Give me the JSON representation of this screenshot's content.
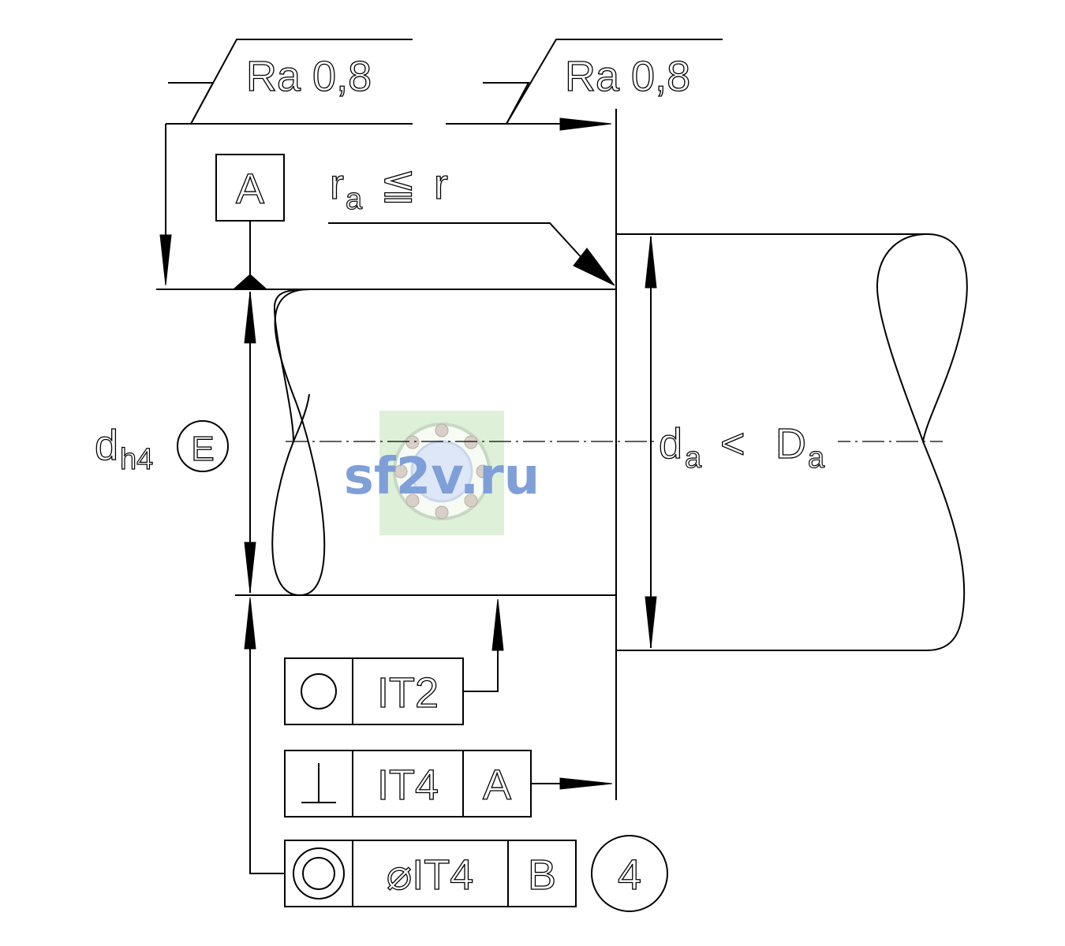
{
  "surface_finish": {
    "left": "Ra 0,8",
    "right": "Ra 0,8"
  },
  "datum_a": "A",
  "radius_note": {
    "r_main": "r",
    "r_sub": "a",
    "symbol": "≦",
    "r_right": "r"
  },
  "shaft_dim": {
    "d": "d",
    "sub": "h4",
    "envelope": "E"
  },
  "housing_dim": {
    "d": "d",
    "d_sub": "a",
    "symbol": "<",
    "D": "D",
    "D_sub": "a"
  },
  "roundness_frame": {
    "symbol": "○",
    "tolerance": "IT2"
  },
  "perpendicularity_frame": {
    "symbol": "⊥",
    "tolerance": "IT4",
    "datum": "A"
  },
  "concentricity_frame": {
    "symbol": "◎",
    "tolerance": "⌀IT4",
    "datum": "B",
    "note_number": "4"
  },
  "watermark": {
    "text": "sf2v.ru",
    "colors": {
      "text": "#7f9fd8",
      "background": "#dff0d9"
    }
  }
}
